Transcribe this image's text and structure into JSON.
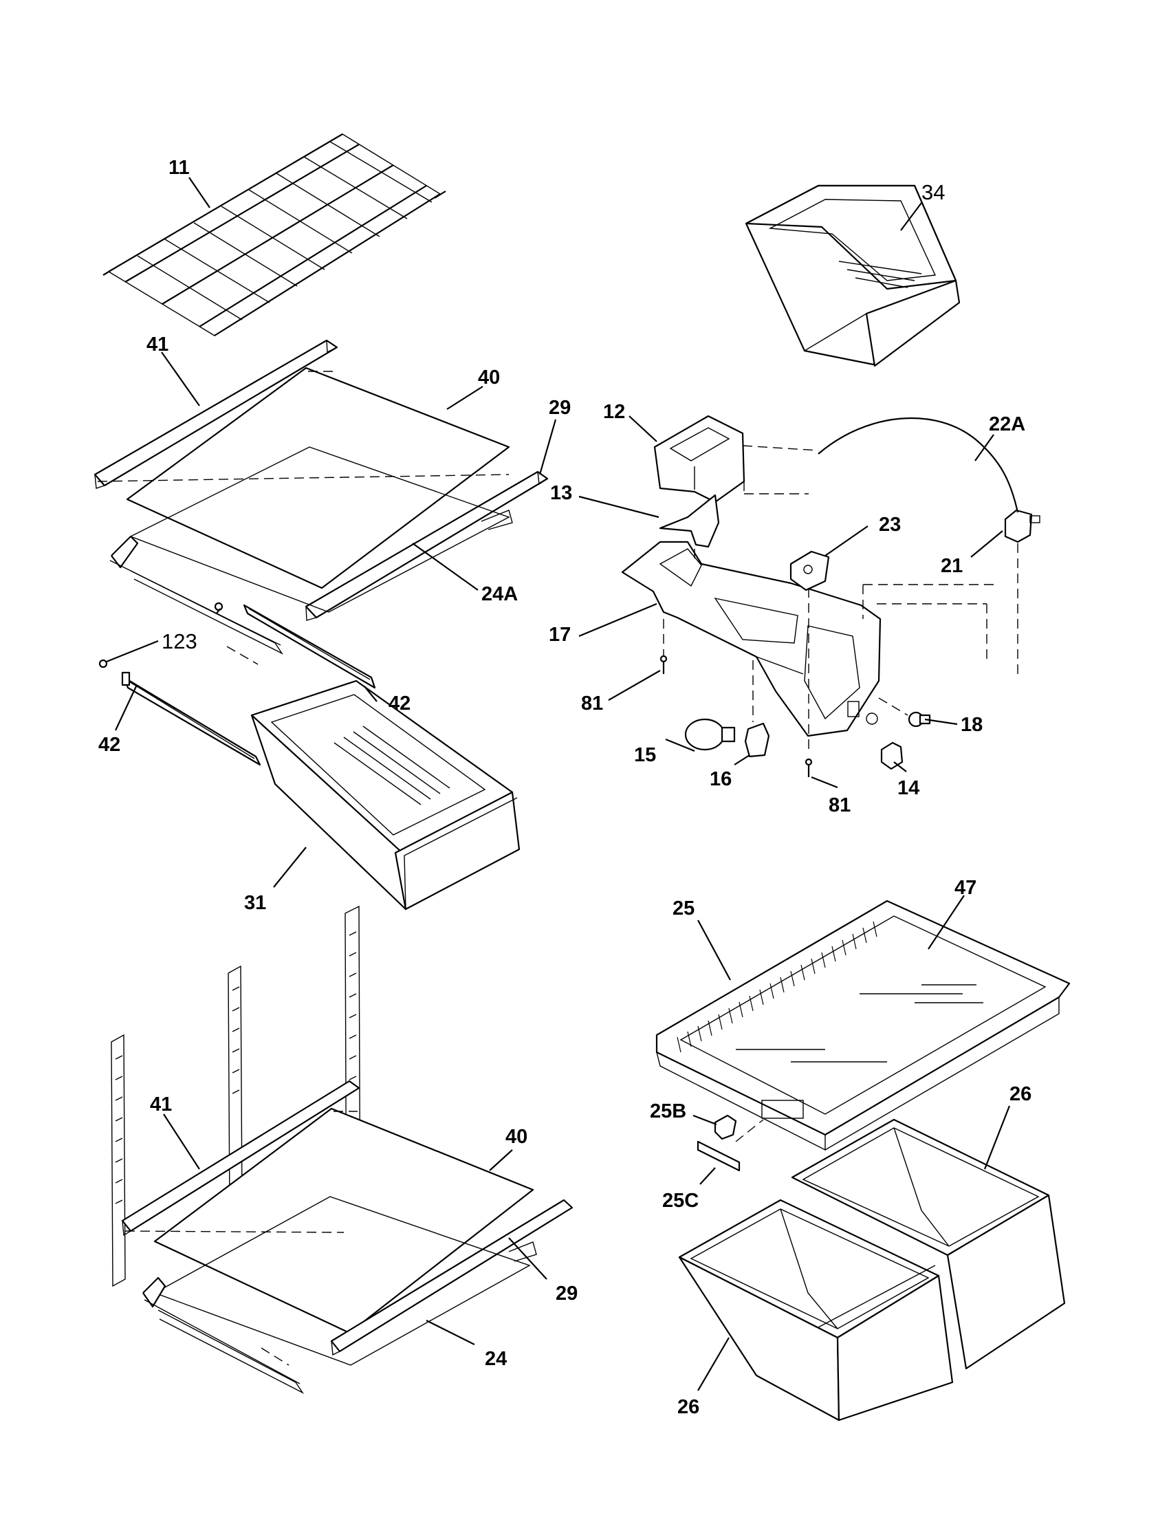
{
  "callouts": {
    "c11": "11",
    "c34": "34",
    "c41a": "41",
    "c40a": "40",
    "c29a": "29",
    "c12": "12",
    "c22a": "22A",
    "c13": "13",
    "c23": "23",
    "c21": "21",
    "c24a": "24A",
    "c17": "17",
    "c123": "123",
    "c42a": "42",
    "c42b": "42",
    "c81a": "81",
    "c18": "18",
    "c15": "15",
    "c16": "16",
    "c81b": "81",
    "c14": "14",
    "c31": "31",
    "c47": "47",
    "c25": "25",
    "c41b": "41",
    "c40b": "40",
    "c25b": "25B",
    "c26a": "26",
    "c25c": "25C",
    "c29b": "29",
    "c24": "24",
    "c26b": "26"
  }
}
